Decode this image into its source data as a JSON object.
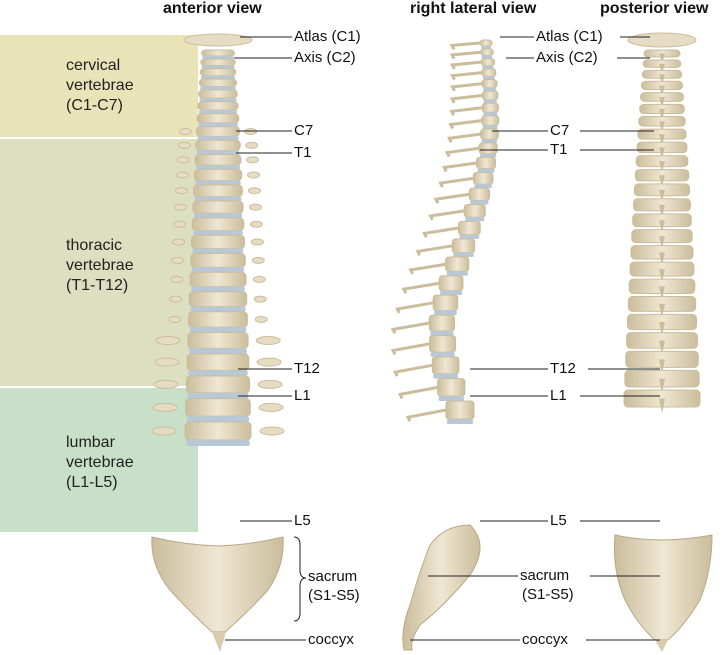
{
  "titles": {
    "anterior": "anterior view",
    "lateral": "right lateral view",
    "posterior": "posterior view"
  },
  "regions": [
    {
      "label": "cervical\nvertebrae\n(C1-C7)",
      "color": "#e8e4b8"
    },
    {
      "label": "thoracic\nvertebrae\n(T1-T12)",
      "color": "#dcdfc0"
    },
    {
      "label": "lumbar\nvertebrae\n(L1-L5)",
      "color": "#c8e0c8"
    }
  ],
  "labels": {
    "atlas": "Atlas (C1)",
    "axis": "Axis (C2)",
    "c7": "C7",
    "t1": "T1",
    "t12": "T12",
    "l1": "L1",
    "l5": "L5",
    "sacrum": "sacrum",
    "sacrum_range": "(S1-S5)",
    "coccyx": "coccyx"
  },
  "colors": {
    "bone": "#e6dcc4",
    "bone_shade": "#cbbd9c",
    "disc": "#b9c8d6",
    "line": "#222222"
  }
}
